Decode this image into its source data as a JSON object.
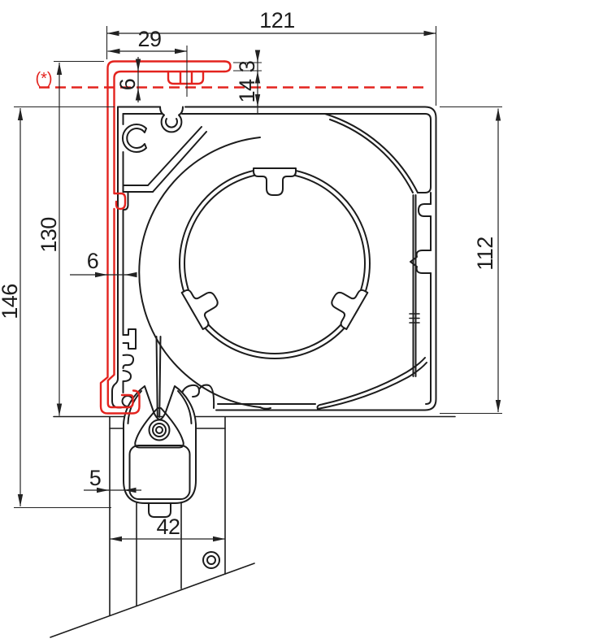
{
  "drawing": {
    "description": "Technical cross-section of a roller shutter box with wall flange, guide rail and window frame",
    "colors": {
      "profile_line": "#1c1c1c",
      "dimension_line": "#222222",
      "highlight_red": "#e3231e",
      "background": "#ffffff"
    },
    "labels": {
      "total_width": "121",
      "flange_width": "29",
      "flange_inset": "6",
      "lip_thickness": "3",
      "top_clearance": "14",
      "flange_height": "130",
      "overall_height": "146",
      "box_height": "112",
      "side_gap": "6",
      "guide_gap": "5",
      "frame_depth": "42",
      "reference_mark": "(*)"
    }
  }
}
